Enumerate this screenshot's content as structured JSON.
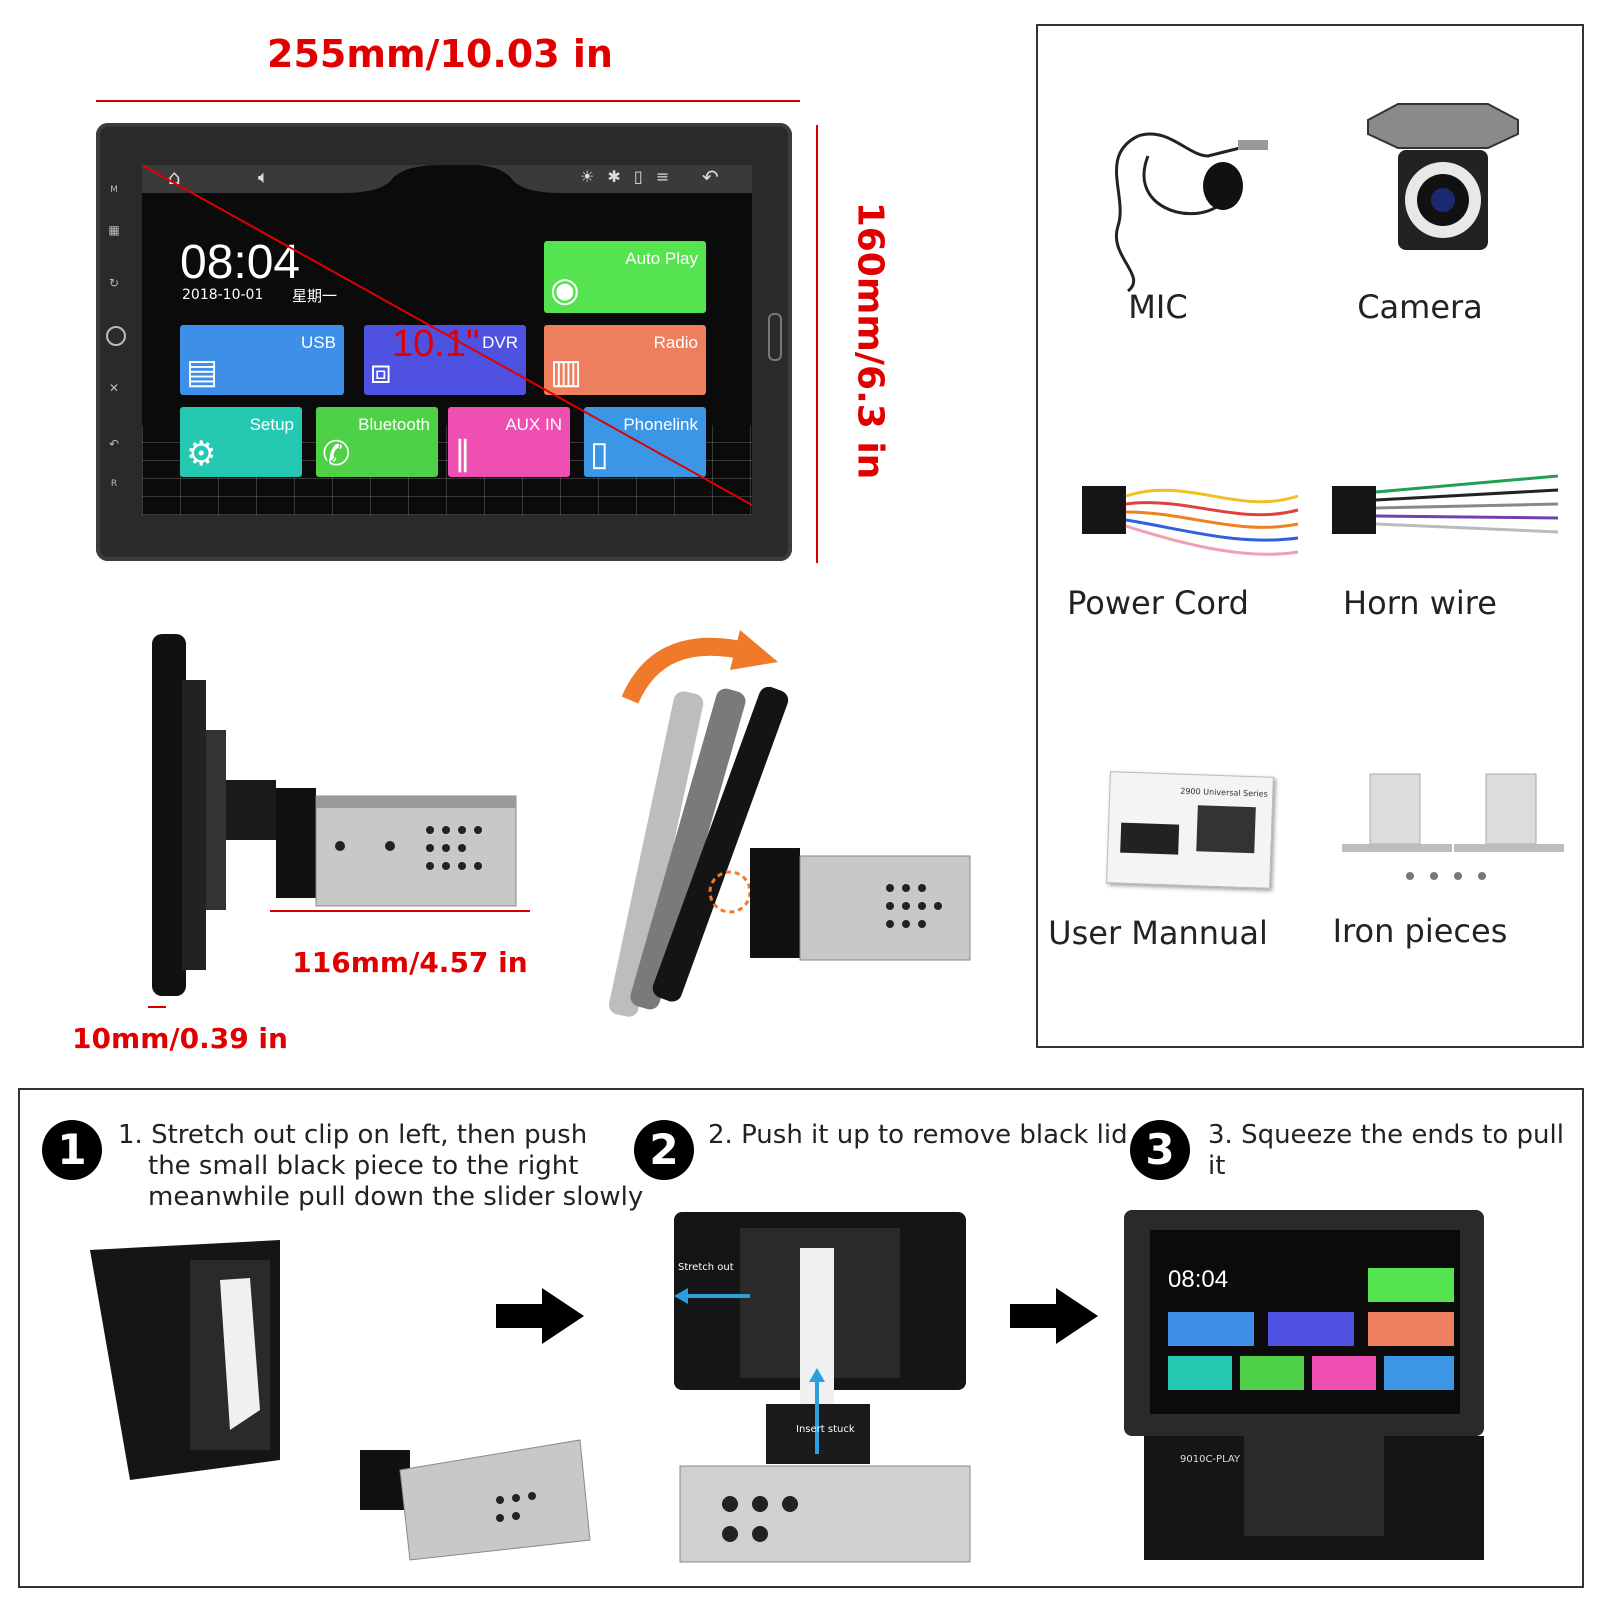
{
  "dimensions": {
    "width": "255mm/10.03 in",
    "height": "160mm/6.3 in",
    "depth": "116mm/4.57 in",
    "thickness": "10mm/0.39 in"
  },
  "screen": {
    "time": "08:04",
    "date": "2018-10-01",
    "weekday": "星期一",
    "size": "10.1\"",
    "side_labels": {
      "top": "M",
      "bottom": "R"
    },
    "tiles": [
      {
        "label": "Auto Play",
        "color": "#55e34f",
        "icon": "play-icon"
      },
      {
        "label": "USB",
        "color": "#3e8fe8",
        "icon": "usb-icon"
      },
      {
        "label": "DVR",
        "color": "#4f52e0",
        "icon": "dvr-icon"
      },
      {
        "label": "Radio",
        "color": "#ee7f5e",
        "icon": "radio-icon"
      },
      {
        "label": "Setup",
        "color": "#25c9b2",
        "icon": "gear-icon"
      },
      {
        "label": "Bluetooth",
        "color": "#4fd147",
        "icon": "phone-icon"
      },
      {
        "label": "AUX IN",
        "color": "#ef4fb0",
        "icon": "aux-icon"
      },
      {
        "label": "Phonelink",
        "color": "#3b96e6",
        "icon": "phonelink-icon"
      }
    ]
  },
  "accessories": {
    "mic": "MIC",
    "camera": "Camera",
    "power_cord": "Power Cord",
    "horn_wire": "Horn wire",
    "user_manual": "User Mannual",
    "manual_title": "2900 Universal Series",
    "iron_pieces": "Iron pieces"
  },
  "steps": [
    {
      "number": "1",
      "text_line1": "1. Stretch out clip on left, then push",
      "text_line2": "the small black piece to the right",
      "text_line3": "meanwhile pull down the slider slowly"
    },
    {
      "number": "2",
      "text": "2. Push it up to remove black lid",
      "callout_stretch": "Stretch out",
      "callout_insert": "Insert stuck"
    },
    {
      "number": "3",
      "text": "3. Squeeze the ends to pull it",
      "model": "9010C-PLAY"
    }
  ]
}
